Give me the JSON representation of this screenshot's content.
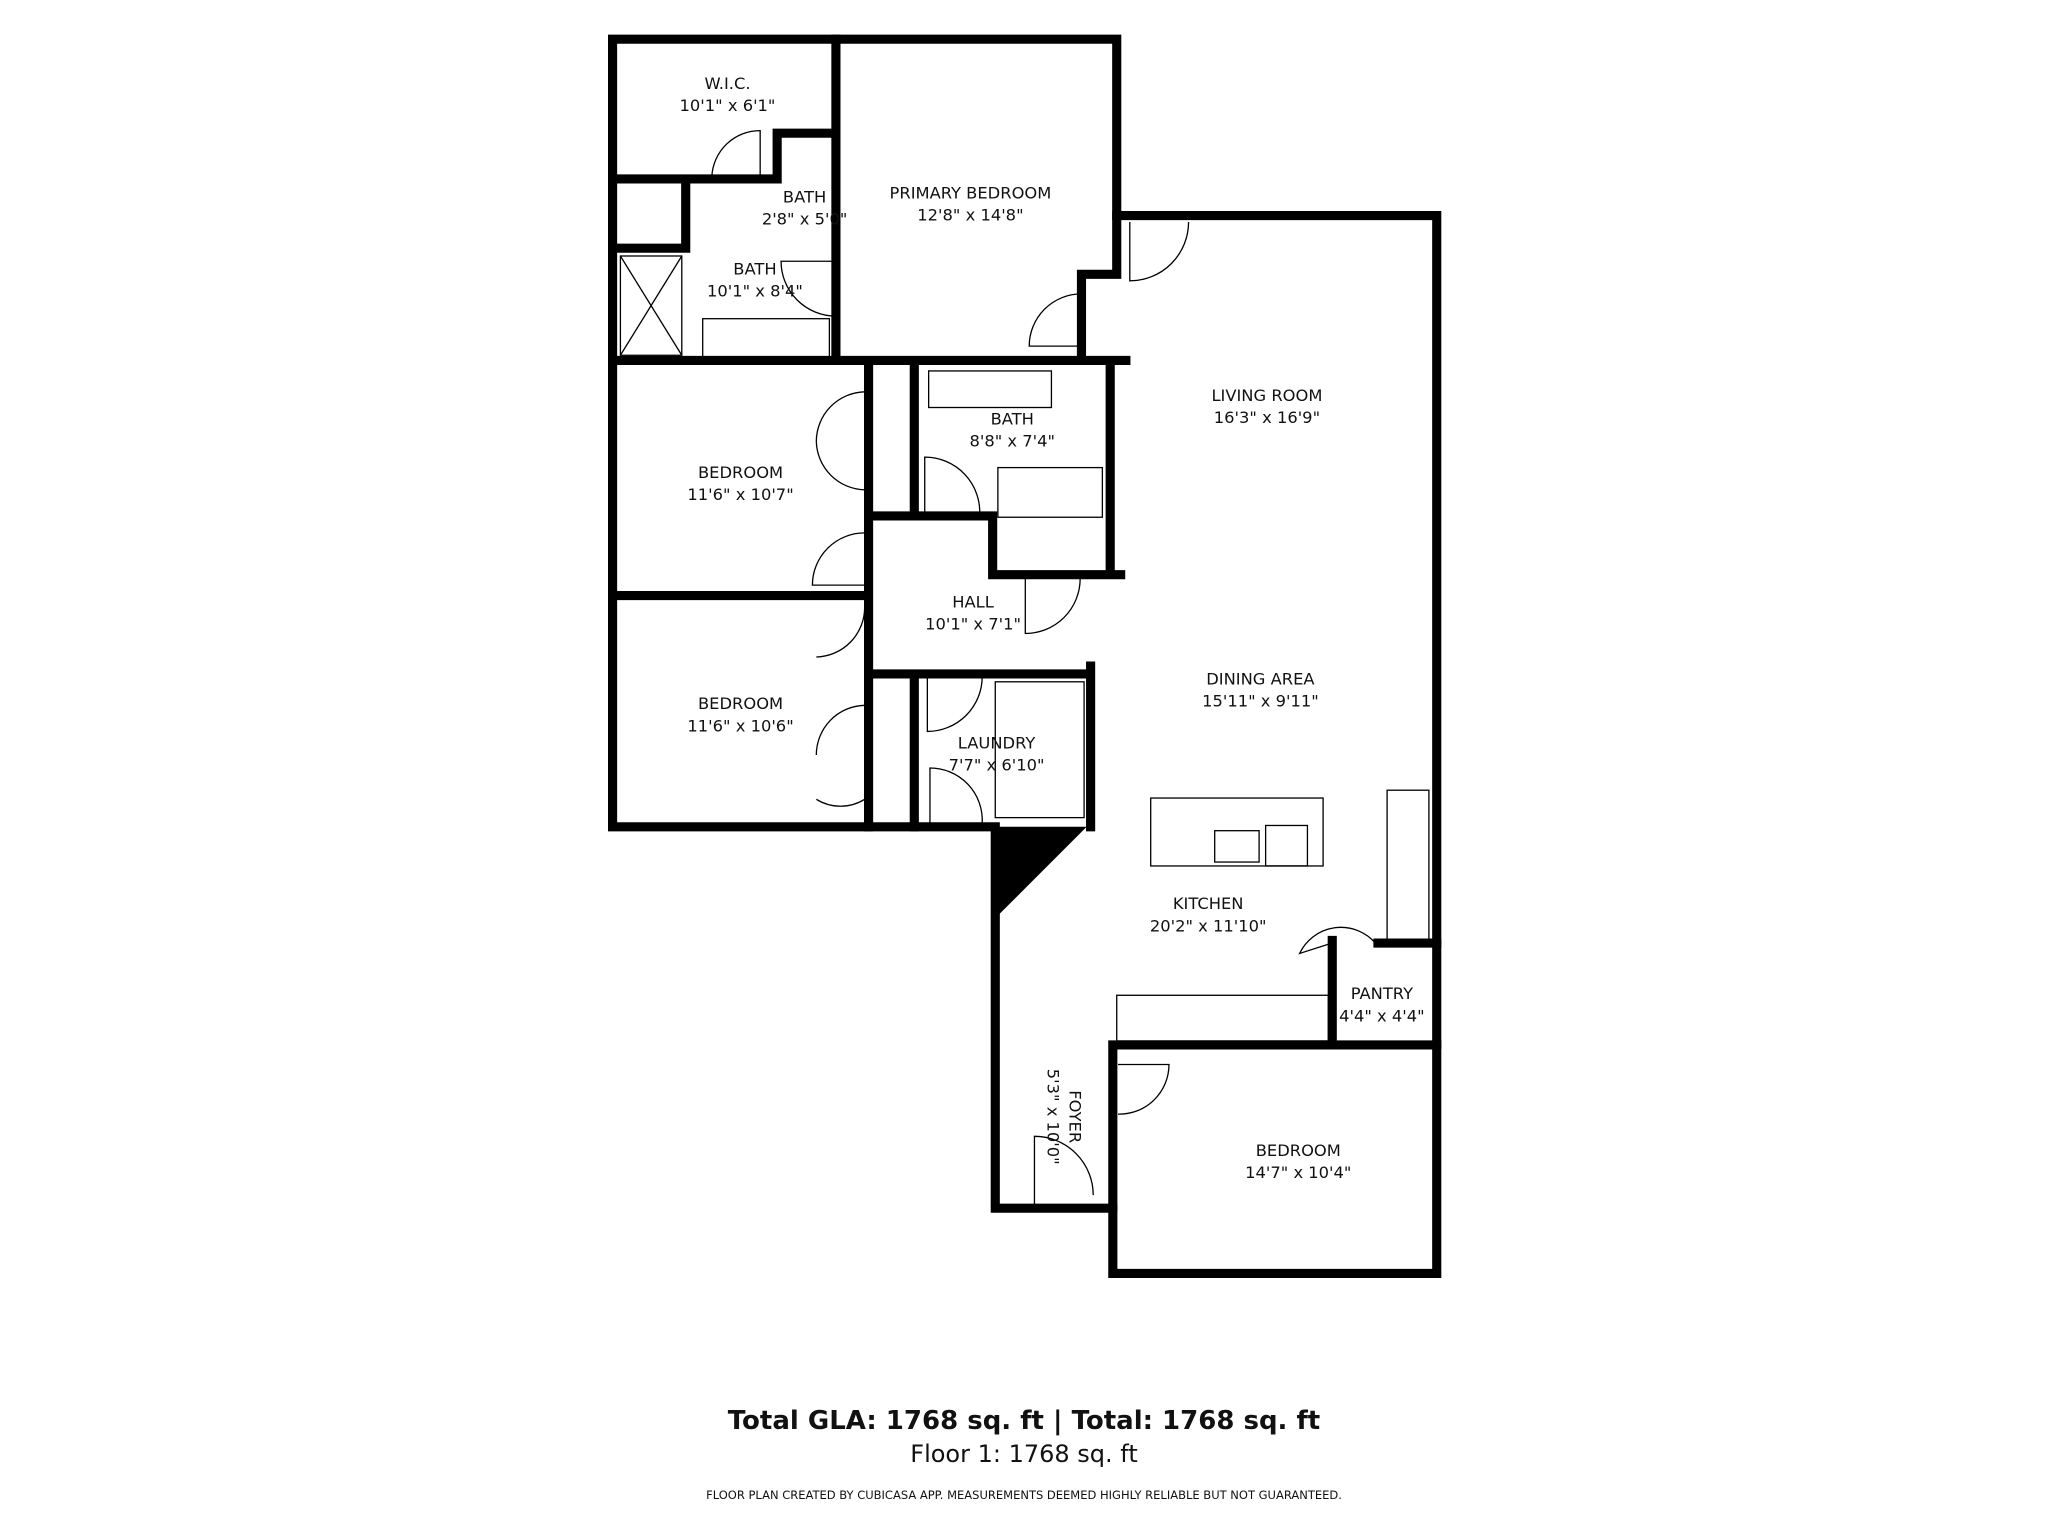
{
  "rooms": [
    {
      "name": "W.I.C.",
      "size": "10'1\" x 6'1\""
    },
    {
      "name": "PRIMARY BEDROOM",
      "size": "12'8\" x 14'8\""
    },
    {
      "name": "BATH",
      "size": "2'8\" x 5'0\""
    },
    {
      "name": "BATH",
      "size": "10'1\" x 8'4\""
    },
    {
      "name": "BATH",
      "size": "8'8\" x 7'4\""
    },
    {
      "name": "LIVING ROOM",
      "size": "16'3\" x 16'9\""
    },
    {
      "name": "BEDROOM",
      "size": "11'6\" x 10'7\""
    },
    {
      "name": "HALL",
      "size": "10'1\" x 7'1\""
    },
    {
      "name": "DINING AREA",
      "size": "15'11\" x 9'11\""
    },
    {
      "name": "BEDROOM",
      "size": "11'6\" x 10'6\""
    },
    {
      "name": "LAUNDRY",
      "size": "7'7\" x 6'10\""
    },
    {
      "name": "KITCHEN",
      "size": "20'2\" x 11'10\""
    },
    {
      "name": "PANTRY",
      "size": "4'4\" x 4'4\""
    },
    {
      "name": "FOYER",
      "size": "5'3\" x 10'0\""
    },
    {
      "name": "BEDROOM",
      "size": "14'7\" x 10'4\""
    }
  ],
  "footer": {
    "totals": "Total GLA: 1768 sq. ft | Total: 1768 sq. ft",
    "floor": "Floor 1: 1768 sq. ft",
    "disclaimer": "FLOOR PLAN CREATED BY CUBICASA APP. MEASUREMENTS DEEMED HIGHLY RELIABLE BUT NOT GUARANTEED."
  },
  "colors": {
    "wall": "#000000",
    "background": "#ffffff"
  }
}
